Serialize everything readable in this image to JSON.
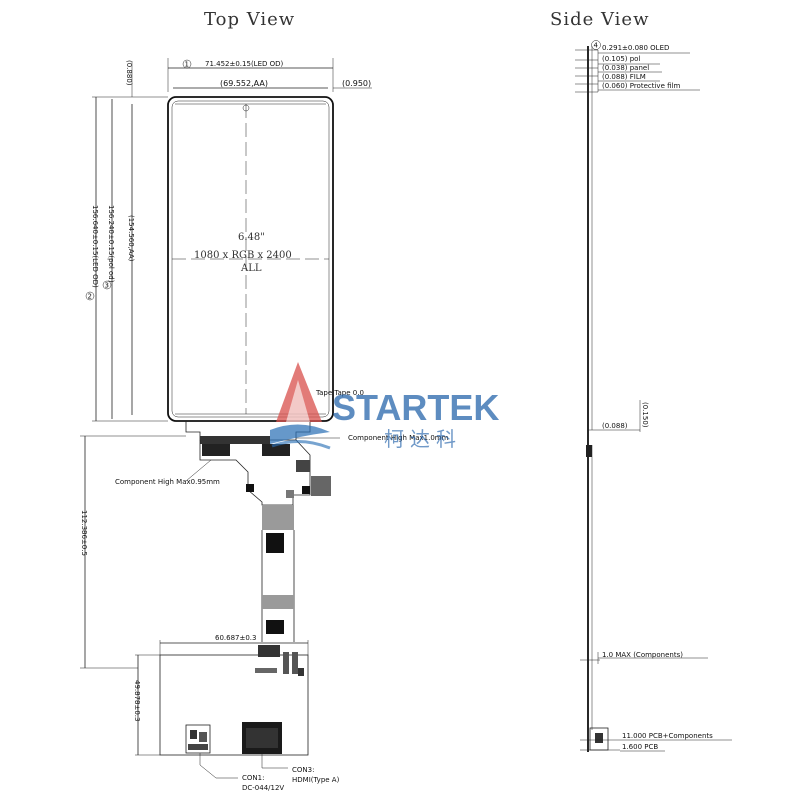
{
  "titles": {
    "top_view": "Top View",
    "side_view": "Side View"
  },
  "top": {
    "width_total": "71.452±0.15(LED OD)",
    "width_aa": "(69.552,AA)",
    "right_margin": "(0.950)",
    "top_margin": "(0.880)",
    "circle1": "1",
    "circle2": "2",
    "circle3": "3",
    "height_total": "156.640±0.15(LED OD)",
    "height_pol": "156.240±0.15(pol od)",
    "height_aa": "(154.560,AA)",
    "size": "6.48\"",
    "resolution": "1080 x RGB x 2400",
    "aa_label": "ALL",
    "component_high_1": "Component High Max0.95mm",
    "component_high_2": "Component High Max1.0mm",
    "fpc_length": "112.386±0.5",
    "pcb_width": "60.687±0.3",
    "pcb_height": "49.878±0.3",
    "con1_a": "CON1:",
    "con1_b": "DC-044/12V",
    "con3_a": "CON3:",
    "con3_b": "HDMI(Type A)"
  },
  "side": {
    "circle4": "4",
    "oled": "0.291±0.080 OLED",
    "pol": "(0.105) pol",
    "panel": "(0.038) panel",
    "film": "(0.088) FILM",
    "protective": "(0.060) Protective film",
    "dim_0150": "(0.150)",
    "dim_0088": "(0.088)",
    "components": "1.0 MAX   (Components)",
    "pcb_comp": "11.000 PCB+Components",
    "pcb": "1.600 PCB"
  },
  "watermark": {
    "brand": "STARTEK",
    "chinese": "柯达科"
  }
}
